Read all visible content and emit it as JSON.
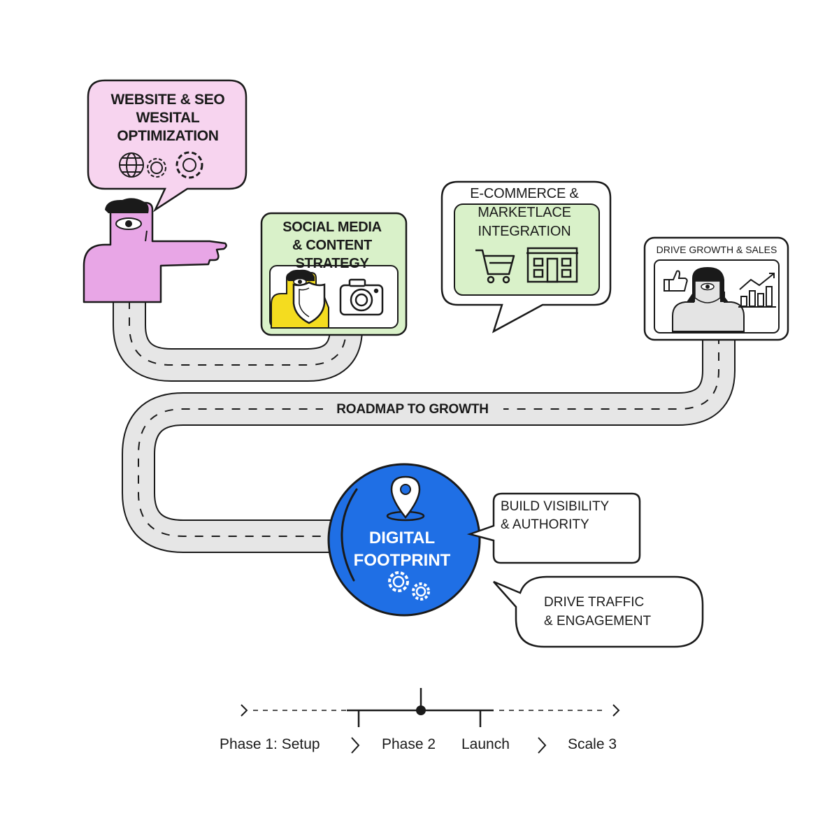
{
  "cards": {
    "website_seo": {
      "title": "WEBSITE & SEO\nWESITAL\nOPTIMIZATION"
    },
    "social_media": {
      "title": "SOCIAL MEDIA\n& CONTENT\nSTRATEGY"
    },
    "ecommerce": {
      "title": "E-COMMERCE &\nMARKETLACE\nINTEGRATION"
    },
    "drive_growth": {
      "title": "DRIVE GROWTH & SALES"
    }
  },
  "road": {
    "label": "ROADMAP TO GROWTH"
  },
  "hub": {
    "title": "DIGITAL\nFOOTPRINT",
    "color": "#1f6fe5"
  },
  "callouts": {
    "visibility": "BUILD VISIBILITY\n& AUTHORITY",
    "traffic": "DRIVE TRAFFIC\n& ENGAGEMENT"
  },
  "timeline": {
    "phases": [
      "Phase 1: Setup",
      "Phase 2",
      "Launch",
      "Scale 3"
    ]
  },
  "colors": {
    "pink": "#f7d4ef",
    "pink_figure": "#e8a6e6",
    "green": "#d9f1c9",
    "yellow": "#f4dc1f",
    "road": "#e6e6e6",
    "gray_figure": "#e4e4e4",
    "blue": "#1f6fe5"
  },
  "icons": [
    "globe-icon",
    "gear-icon",
    "shield-icon",
    "camera-icon",
    "cart-icon",
    "storefront-icon",
    "thumbs-up-icon",
    "bar-chart-icon",
    "location-pin-icon",
    "chevron-right-icon"
  ]
}
